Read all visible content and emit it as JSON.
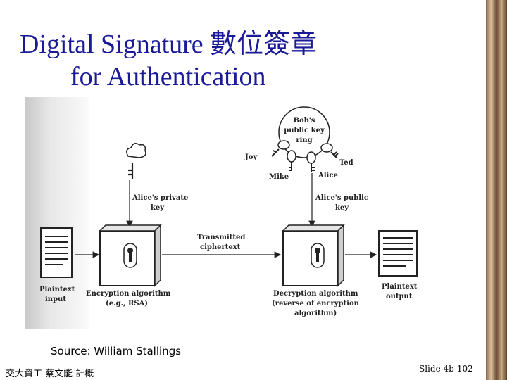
{
  "slide": {
    "title_line1": "Digital Signature 數位簽章",
    "title_line2": "for Authentication",
    "source": "Source: William Stallings",
    "footer_left": "交大資工 蔡文能 計概",
    "footer_right": "Slide 4b-102"
  },
  "figure": {
    "key_ring_line1": "Bob's",
    "key_ring_line2": "public key",
    "key_ring_line3": "ring",
    "name_joy": "Joy",
    "name_ted": "Ted",
    "name_mike": "Mike",
    "name_alice": "Alice",
    "private_key_line1": "Alice's private",
    "private_key_line2": "key",
    "public_key_line1": "Alice's public",
    "public_key_line2": "key",
    "transmitted_line1": "Transmitted",
    "transmitted_line2": "ciphertext",
    "plaintext_input_line1": "Plaintext",
    "plaintext_input_line2": "input",
    "encryption_line1": "Encryption algorithm",
    "encryption_line2": "(e.g., RSA)",
    "decryption_line1": "Decryption algorithm",
    "decryption_line2": "(reverse of encryption",
    "decryption_line3": "algorithm)",
    "plaintext_output_line1": "Plaintext",
    "plaintext_output_line2": "output"
  }
}
